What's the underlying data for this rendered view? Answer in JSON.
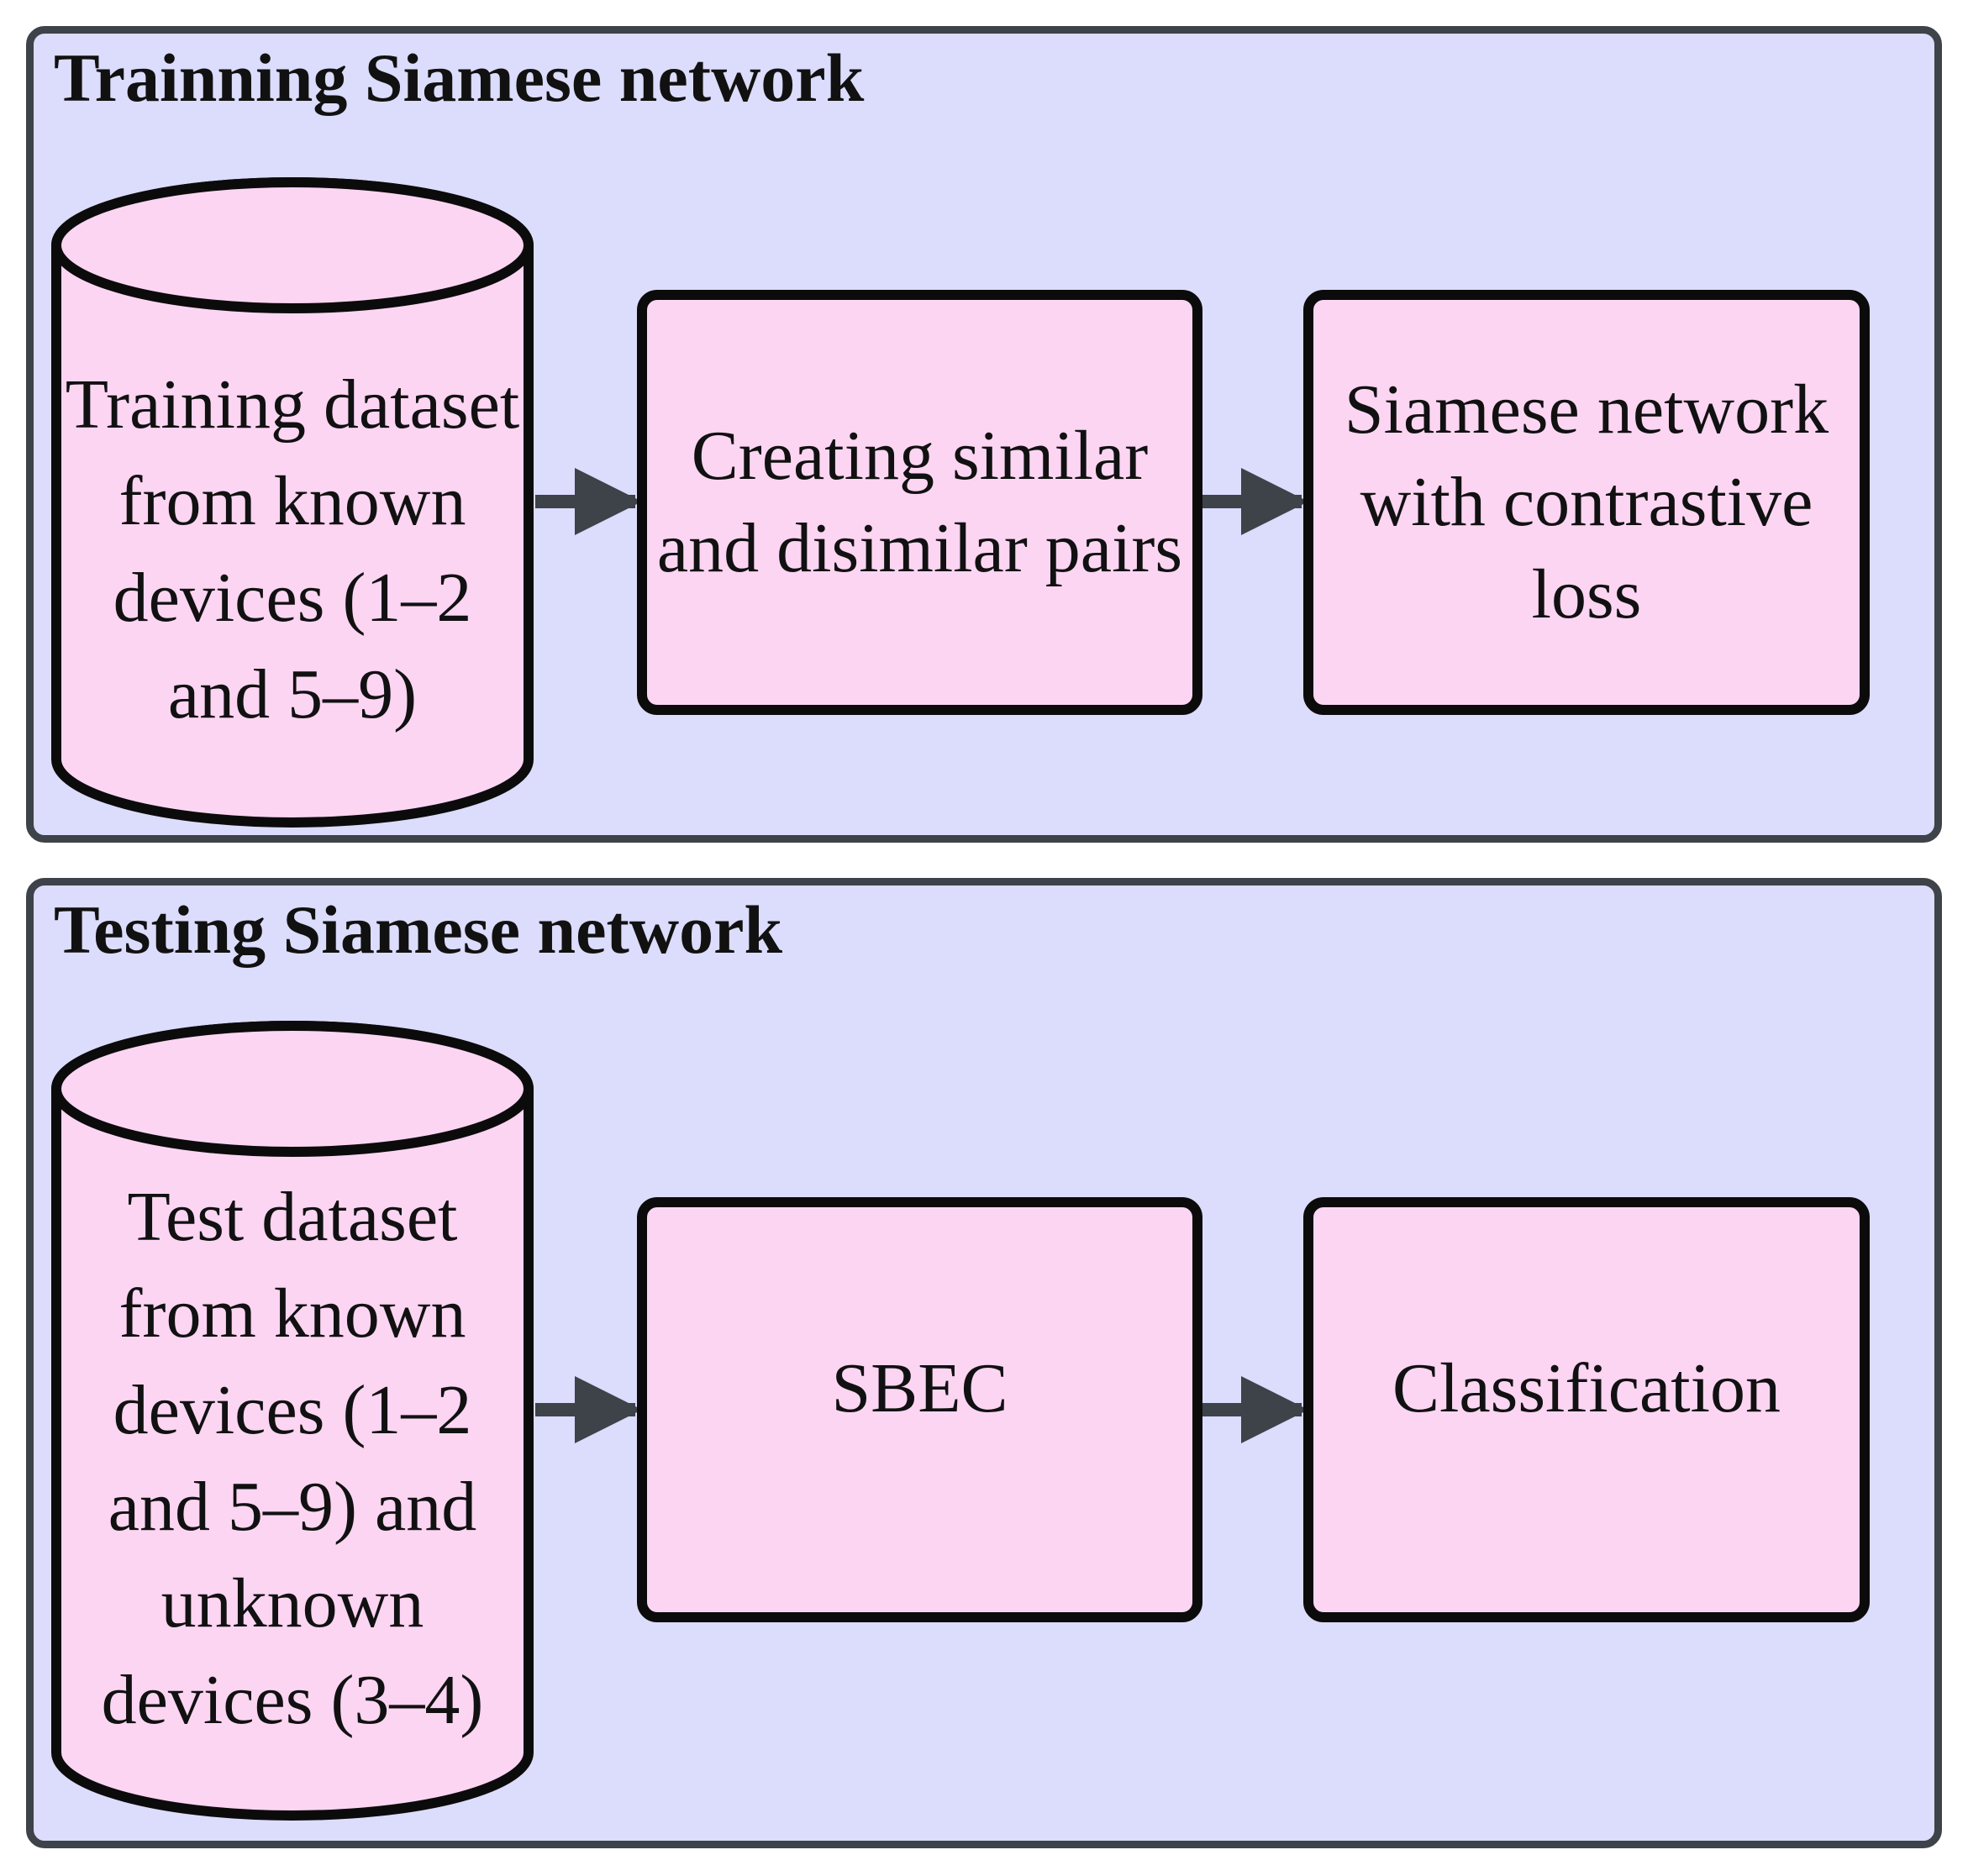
{
  "diagram": {
    "panels": [
      {
        "title": "Trainning Siamese network",
        "database": "Training dataset from known devices  (1–2 and 5–9)",
        "steps": [
          "Creating similar and disimilar pairs",
          "Siamese network with contrastive loss"
        ]
      },
      {
        "title": "Testing Siamese network",
        "database": "Test dataset from known devices (1–2 and 5–9) and unknown devices (3–4)",
        "steps": [
          "SBEC",
          "Classification"
        ]
      }
    ]
  },
  "colors": {
    "panel_fill": "#dcdcfc",
    "panel_border": "#3e4249",
    "node_fill": "#fcd5f3",
    "node_border": "#0b0b0b",
    "arrow": "#3e4249"
  },
  "icons": {
    "database": "database-cylinder-icon",
    "arrow": "arrow-right-icon"
  }
}
